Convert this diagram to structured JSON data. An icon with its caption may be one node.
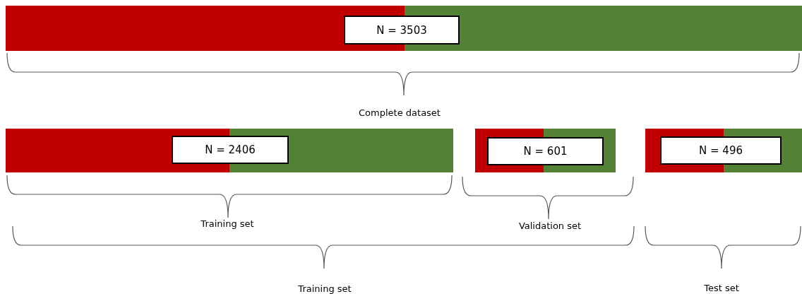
{
  "diagram": {
    "nodes": [
      {
        "text": [
          "N = 3503"
        ]
      },
      {
        "text": [
          "N = 2406"
        ]
      },
      {
        "text": [
          "N = 601"
        ]
      },
      {
        "text": [
          "N = 496"
        ]
      }
    ],
    "labels": [
      "Complete dataset",
      "Training set",
      "Validation set",
      "Training set",
      "Test set"
    ]
  }
}
